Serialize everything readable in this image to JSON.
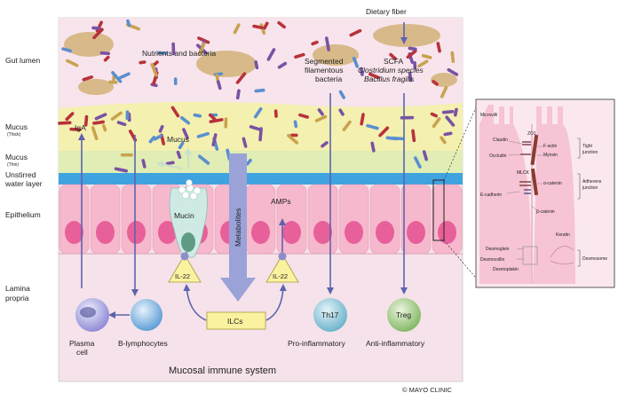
{
  "left_labels": {
    "gut_lumen": "Gut lumen",
    "mucus_thick": "Mucus",
    "mucus_thick_sub": "(Thick)",
    "mucus_thin": "Mucus",
    "mucus_thin_sub": "(Thin)",
    "unstirred_1": "Unstirred",
    "unstirred_2": "water layer",
    "epithelium": "Epithelium",
    "lamina_1": "Lamina",
    "lamina_2": "propria"
  },
  "top": {
    "dietary_fiber": "Dietary fiber",
    "nutrients_bacteria": "Nutrients and bacteria",
    "sfb_1": "Segmented",
    "sfb_2": "filamentous",
    "sfb_3": "bacteria",
    "scfa": "SCFA",
    "clostridium": "Clostridium species",
    "bacillus": "Bacillus fragilis"
  },
  "labels": {
    "iga": "IgA",
    "mucus_label": "Mucus",
    "mucin": "Mucin",
    "metabolites": "Metabolites",
    "amps": "AMPs",
    "il22_left": "IL-22",
    "il22_right": "IL-22",
    "ilcs": "ILCs",
    "th17": "Th17",
    "treg": "Treg",
    "plasma_1": "Plasma",
    "plasma_2": "cell",
    "b_lymph": "B-lymphocytes",
    "pro_inflam": "Pro-inflammatory",
    "anti_inflam": "Anti-inflammatory",
    "mucosal": "Mucosal immune system",
    "copyright": "© MAYO CLINIC"
  },
  "inset": {
    "microvilli": "Microvilli",
    "zo1": "ZO1",
    "claudin": "Claudin",
    "f_actin": "F-actin",
    "occludin": "Occludin",
    "myosin": "Myosin",
    "tight_1": "Tight",
    "tight_2": "junction",
    "mlck": "MLCK",
    "alpha_catenin": "α-catenin",
    "adherens_1": "Adherens",
    "adherens_2": "junction",
    "e_cadherin": "E-cadherin",
    "beta_catenin": "β-catenin",
    "keratin": "Keratin",
    "desmoglein": "Desmoglein",
    "desmocollin": "Desmocollin",
    "desmosome": "Desmosome",
    "desmoplakin": "Desmoplakin"
  },
  "colors": {
    "lamina": "#f6e2ea",
    "lumen": "#f8e4ec",
    "mucus_thick": "#f4f0b0",
    "mucus_thin": "#e0edb4",
    "water": "#3fa3e0",
    "cell": "#f6b8cc",
    "nucleus": "#e8609a",
    "arrow": "#5d63ad",
    "metabolites": "#9aa2d8",
    "il22_fill": "#fbf2a0",
    "bacteria_purple": "#7a52a3",
    "bacteria_red": "#b8323a",
    "bacteria_blue": "#5a8fcf",
    "th17": "#a6d4e2",
    "treg": "#b5d49a",
    "b_cell": "#9ec8e8",
    "plasma": "#b8b6e6"
  }
}
